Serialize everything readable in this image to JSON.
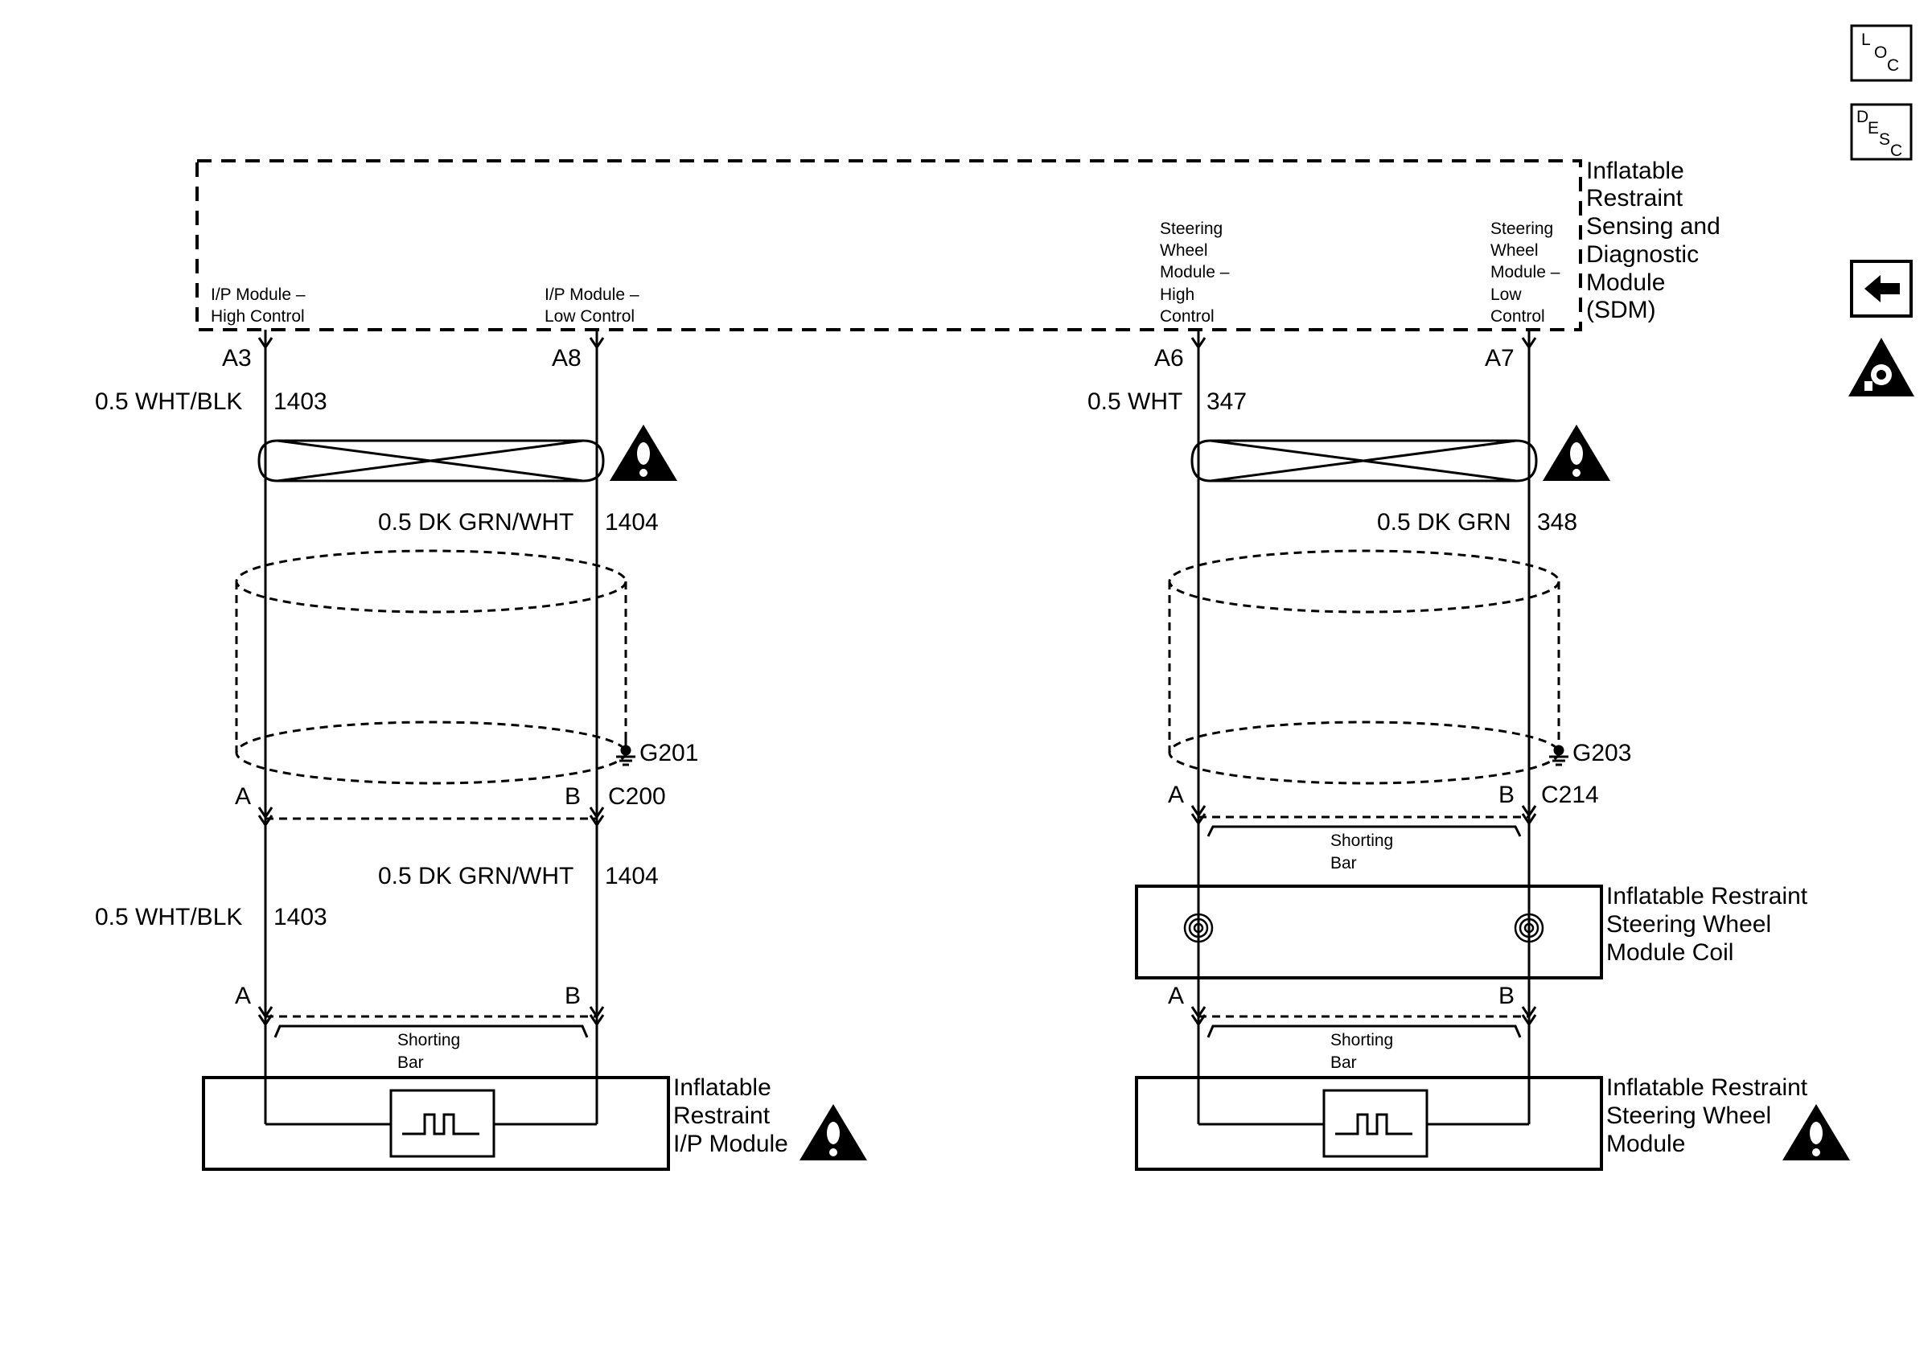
{
  "nav": {
    "loc_l": "L",
    "loc_o": "O",
    "loc_c": "C",
    "desc_d": "D",
    "desc_e": "E",
    "desc_s": "S",
    "desc_c": "C"
  },
  "sdm": {
    "title": [
      "Inflatable",
      "Restraint",
      "Sensing and",
      "Diagnostic",
      "Module",
      "(SDM)"
    ],
    "ip_high": [
      "I/P Module –",
      "High Control"
    ],
    "ip_low": [
      "I/P Module –",
      "Low Control"
    ],
    "sw_high": [
      "Steering",
      "Wheel",
      "Module –",
      "High",
      "Control"
    ],
    "sw_low": [
      "Steering",
      "Wheel",
      "Module –",
      "Low",
      "Control"
    ]
  },
  "pins": {
    "a3": "A3",
    "a8": "A8",
    "a6": "A6",
    "a7": "A7"
  },
  "wires": {
    "wht_blk": "0.5 WHT/BLK",
    "c1403": "1403",
    "dk_grn_wht": "0.5 DK GRN/WHT",
    "c1404": "1404",
    "wht": "0.5 WHT",
    "c347": "347",
    "dk_grn": "0.5 DK GRN",
    "c348": "348"
  },
  "grounds": {
    "g201": "G201",
    "g203": "G203"
  },
  "connectors": {
    "c200": "C200",
    "c214": "C214",
    "a": "A",
    "b": "B"
  },
  "shorting_bar": [
    "Shorting",
    "Bar"
  ],
  "modules": {
    "ip": [
      "Inflatable",
      "Restraint",
      "I/P Module"
    ],
    "coil": [
      "Inflatable Restraint",
      "Steering Wheel",
      "Module Coil"
    ],
    "sw": [
      "Inflatable Restraint",
      "Steering Wheel",
      "Module"
    ]
  }
}
